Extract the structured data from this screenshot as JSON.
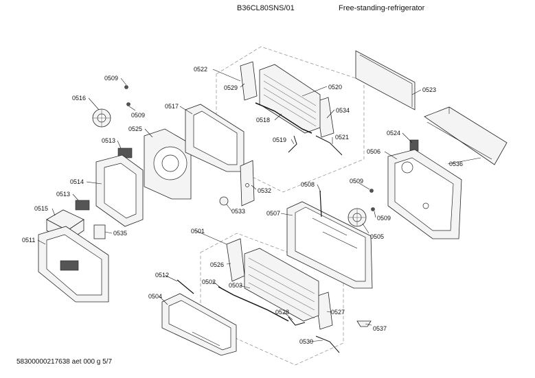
{
  "header": {
    "model": "B36CL80SNS/01",
    "appliance_type": "Free-standing-refrigerator"
  },
  "footer": {
    "document_code": "58300000217638 aet 000 g 5/7"
  },
  "callouts": {
    "c0501": "0501",
    "c0502": "0502",
    "c0503": "0503",
    "c0504": "0504",
    "c0505": "0505",
    "c0506": "0506",
    "c0507": "0507",
    "c0508": "0508",
    "c0509a": "0509",
    "c0509b": "0509",
    "c0509c": "0509",
    "c0509d": "0509",
    "c0511": "0511",
    "c0512": "0512",
    "c0513a": "0513",
    "c0513b": "0513",
    "c0514": "0514",
    "c0515": "0515",
    "c0516": "0516",
    "c0517": "0517",
    "c0518": "0518",
    "c0519": "0519",
    "c0520": "0520",
    "c0521": "0521",
    "c0522": "0522",
    "c0523": "0523",
    "c0524": "0524",
    "c0525": "0525",
    "c0526": "0526",
    "c0527": "0527",
    "c0528": "0528",
    "c0529": "0529",
    "c0530": "0530",
    "c0532": "0532",
    "c0533": "0533",
    "c0534": "0534",
    "c0535": "0535",
    "c0536": "0536",
    "c0537": "0537"
  }
}
